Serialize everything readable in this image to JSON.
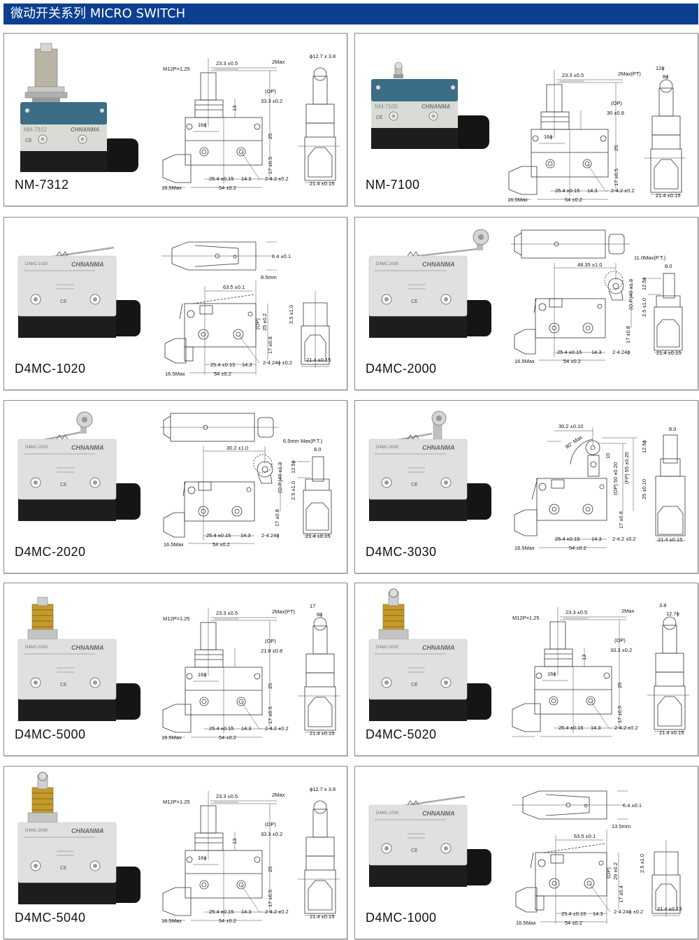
{
  "header": {
    "title": "微动开关系列 MICRO SWITCH"
  },
  "brand": "CHNANMA",
  "colors": {
    "header": "#0c3f8f",
    "nm_top": "#3b6d86",
    "d4mc_body": "#dfe1df",
    "base": "#1d1d1d"
  },
  "cards": [
    {
      "model": "NM-7312",
      "style": "nm",
      "actuator": "roller-plunger",
      "type": "plunger",
      "dims": {
        "thread": "M12P=1.25",
        "stroke_x": "23.3 ±0.5",
        "pt": "2Max",
        "op_label": "(OP)",
        "op": "33.3 ±0.2",
        "bushing": "13",
        "hole_dist": "16ϕ",
        "height": "25",
        "mount": "17 ±0.5",
        "pitch": "25.4 ±0.15",
        "edge": "14.3",
        "holes": "2-4.2 ±0.2",
        "length": "54 ±0.2",
        "nose": "16.5Max",
        "side_a": "ϕ12.7 x 3.8",
        "width": "21.4 ±0.15"
      }
    },
    {
      "model": "NM-7100",
      "style": "nm",
      "actuator": "panel-plunger",
      "type": "plunger",
      "dims": {
        "stroke_x": "23.3 ±0.5",
        "pt": "2Max(PT)",
        "op_label": "(OP)",
        "op": "30 ±0.8",
        "hole_dist": "16ϕ",
        "height": "25",
        "mount": "17 ±0.5",
        "pitch": "25.4 ±0.15",
        "edge": "14.3",
        "holes": "2-4.2 ±0.2",
        "length": "54 ±0.2",
        "nose": "16.5Max",
        "side_a": "12ϕ",
        "side_b": "8ϕ",
        "width": "21.4 ±0.15"
      }
    },
    {
      "model": "D4MC-1020",
      "style": "d4mc",
      "actuator": "lever",
      "type": "lever",
      "dims": {
        "top_w": "6.4 ±0.1",
        "pt": "8.5mm",
        "lever": "63.5 ±0.1",
        "op_label": "(OP)",
        "op": "25 ±0.2",
        "side_h": "2.5 ±1.0",
        "mount": "17 ±0.8",
        "pitch": "25.4 ±0.15",
        "edge": "14.3",
        "holes": "2-4.24ϕ ±0.2",
        "length": "54 ±0.2",
        "nose": "16.5Max",
        "width": "21.4 ±0.15"
      }
    },
    {
      "model": "D4MC-2000",
      "style": "d4mc",
      "actuator": "roller-lever",
      "type": "roller",
      "dims": {
        "lever": "48.35 ±1.0",
        "pt": "11.0Max(P.T.)",
        "op": "(O.P.)40 ±1.3",
        "roller_w": "8.0",
        "roller_d": "12.5ϕ",
        "side_h": "2.5 ±1.0",
        "mount": "17 ±0.8",
        "pitch": "25.4 ±0.15",
        "edge": "14.3",
        "holes": "2-4.24ϕ",
        "length": "54 ±0.2",
        "nose": "16.5Max",
        "width": "21.4 ±0.15"
      }
    },
    {
      "model": "D4MC-2020",
      "style": "d4mc",
      "actuator": "roller-lever-short",
      "type": "roller",
      "dims": {
        "lever": "30.2 ±1.0",
        "pt": "6.5mm Max(P.T.)",
        "op": "(O.P.)40 ±1.3",
        "roller_w": "8.0",
        "roller_d": "12.5ϕ",
        "side_h": "2.5 ±1.0",
        "mount": "17 ±0.8",
        "pitch": "25.4 ±0.15",
        "edge": "14.3",
        "holes": "2-4.24ϕ",
        "length": "54 ±0.2",
        "nose": "16.5Max",
        "width": "21.4 ±0.15"
      }
    },
    {
      "model": "D4MC-3030",
      "style": "d4mc",
      "actuator": "adj-roller",
      "type": "adj",
      "dims": {
        "lever": "30.2 ±0.10",
        "angle": "90° Max",
        "arm": "10",
        "op": "(OP) 50 ±0.20",
        "fp": "(FP) 55 ±0.20",
        "roller_w": "8.0",
        "roller_d": "12.5ϕ",
        "side_h": "25 ±0.10",
        "mount": "17 ±0.8",
        "pitch": "25.4 ±0.15",
        "edge": "14.3",
        "holes": "2-4.2 ±0.2",
        "length": "54 ±0.2",
        "nose": "16.5Max",
        "width": "21.4 ±0.15"
      }
    },
    {
      "model": "D4MC-5000",
      "style": "d4mc",
      "actuator": "plunger",
      "type": "plunger",
      "dims": {
        "thread": "M12P=1.25",
        "stroke_x": "23.3 ±0.5",
        "pt": "2Max(PT)",
        "op_label": "(OP)",
        "op": "21.8 ±0.8",
        "hole_dist": "16ϕ",
        "height": "25",
        "mount": "17 ±0.5",
        "pitch": "25.4 ±0.15",
        "edge": "14.3",
        "holes": "2-4.2 ±0.2",
        "length": "54 ±0.2",
        "nose": "16.5Max",
        "side_a": "17",
        "side_b": "8ϕ",
        "width": "21.4 ±0.15"
      }
    },
    {
      "model": "D4MC-5020",
      "style": "d4mc",
      "actuator": "roller-plunger",
      "type": "plunger",
      "dims": {
        "thread": "M12P=1.25",
        "stroke_x": "23.3 ±0.5",
        "pt": "2Max",
        "op_label": "(OP)",
        "op": "33.3 ±0.2",
        "bushing": "13",
        "hole_dist": "16ϕ",
        "height": "25",
        "mount": "17 ±0.5",
        "pitch": "25.4 ±0.15",
        "edge": "14.3",
        "holes": "2-4.2 ±0.2",
        "side_a": "3.8",
        "side_b": "12.7ϕ",
        "width": "21.4 ±0.15"
      }
    },
    {
      "model": "D4MC-5040",
      "style": "d4mc",
      "actuator": "roller-plunger",
      "type": "plunger",
      "dims": {
        "thread": "M12P=1.25",
        "stroke_x": "23.3 ±0.5",
        "pt": "2Max",
        "op_label": "(OP)",
        "op": "33.3 ±0.2",
        "bushing": "13",
        "hole_dist": "16ϕ",
        "height": "25",
        "mount": "17 ±0.5",
        "pitch": "25.4 ±0.15",
        "edge": "14.3",
        "holes": "2-4.2 ±0.2",
        "length": "54 ±0.2",
        "nose": "16.5Max",
        "side_a": "ϕ12.7 x 3.8",
        "width": "21.4 ±0.15"
      }
    },
    {
      "model": "D4MC-1000",
      "style": "d4mc",
      "actuator": "lever",
      "type": "lever",
      "dims": {
        "top_w": "6.4 ±0.1",
        "pt": "13.5mm",
        "lever": "63.5 ±0.1",
        "op_label": "(OP)",
        "op": "29 ±0.2",
        "side_h": "2.5 ±1.0",
        "mount": "17 ±0.4",
        "pitch": "25.4 ±0.15",
        "edge": "14.3",
        "holes": "2-4.24ϕ ±0.2",
        "length": "54 ±0.2",
        "nose": "16.5Max",
        "width": "21.4 ±0.13"
      }
    }
  ]
}
